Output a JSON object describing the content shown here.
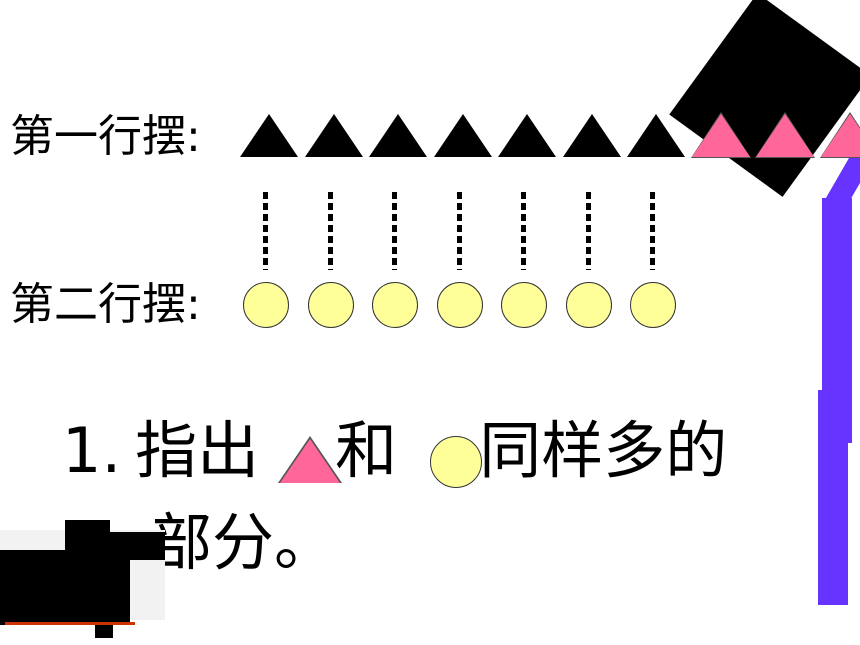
{
  "row1": {
    "label": "第一行摆:",
    "triangle_colors": [
      "#000000",
      "#000000",
      "#000000",
      "#000000",
      "#000000",
      "#000000",
      "#000000",
      "#ff6699",
      "#ff6699",
      "#ff6699"
    ]
  },
  "row2": {
    "label": "第二行摆:",
    "circle_count": 7,
    "circle_color": "#ffff99"
  },
  "question": {
    "number": "1.",
    "part1": "指出",
    "part2": "和",
    "part3": "同样多的",
    "line2": "部分。"
  },
  "colors": {
    "accent_purple": "#6633ff",
    "black_block": "#000000"
  }
}
